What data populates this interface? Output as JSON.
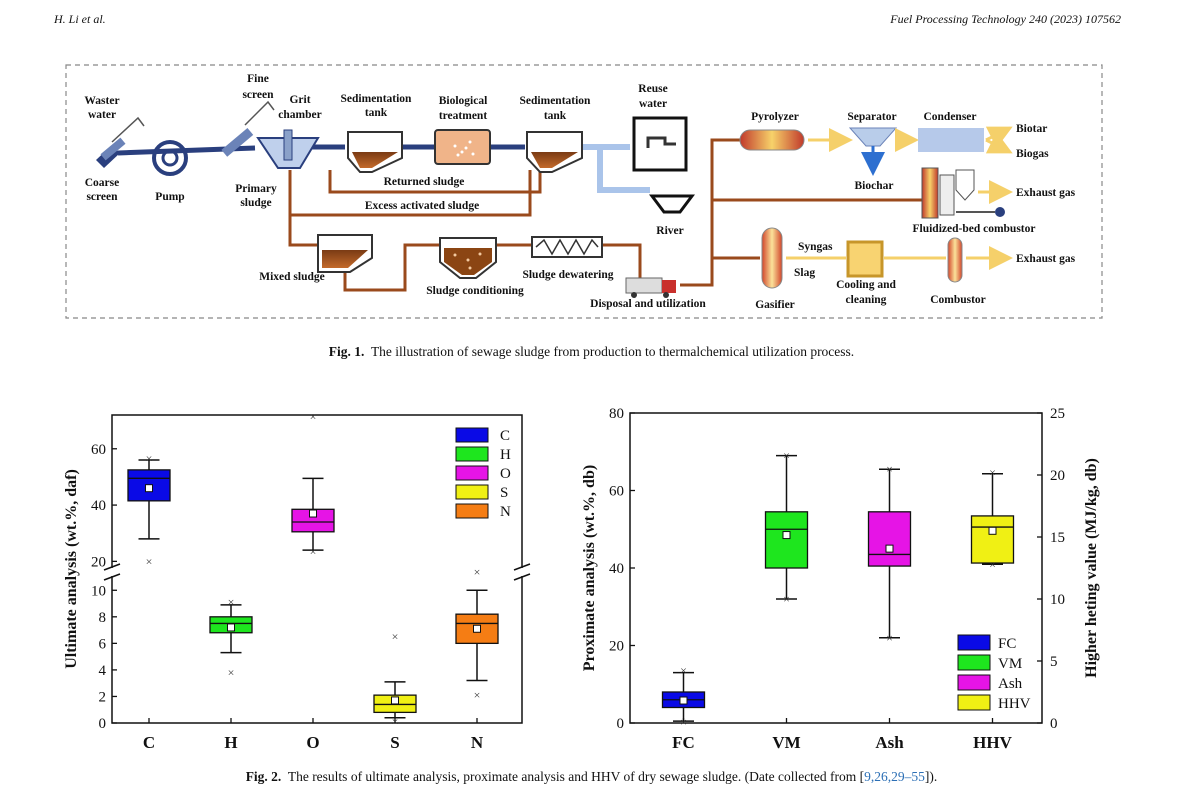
{
  "header": {
    "authors": "H. Li et al.",
    "journal": "Fuel Processing Technology 240 (2023) 107562"
  },
  "fig1": {
    "caption_label": "Fig. 1.",
    "caption_text": "The illustration of sewage sludge from production to thermalchemical utilization process.",
    "labels": {
      "waster_water_1": "Waster",
      "waster_water_2": "water",
      "coarse_1": "Coarse",
      "coarse_2": "screen",
      "pump": "Pump",
      "fine_1": "Fine",
      "fine_2": "screen",
      "grit_1": "Grit",
      "grit_2": "chamber",
      "primary_1": "Primary",
      "primary_2": "sludge",
      "sed1_1": "Sedimentation",
      "sed1_2": "tank",
      "bio_1": "Biological",
      "bio_2": "treatment",
      "sed2_1": "Sedimentation",
      "sed2_2": "tank",
      "reuse_1": "Reuse",
      "reuse_2": "water",
      "river": "River",
      "returned": "Returned sludge",
      "excess": "Excess activated sludge",
      "mixed": "Mixed sludge",
      "conditioning": "Sludge conditioning",
      "dewatering": "Sludge dewatering",
      "disposal": "Disposal and utilization",
      "pyrolyzer": "Pyrolyzer",
      "separator": "Separator",
      "condenser": "Condenser",
      "biotar": "Biotar",
      "biogas": "Biogas",
      "biochar": "Biochar",
      "exhaust1": "Exhaust gas",
      "fbc": "Fluidized-bed combustor",
      "gasifier": "Gasifier",
      "syngas": "Syngas",
      "slag": "Slag",
      "cooling_1": "Cooling and",
      "cooling_2": "cleaning",
      "combustor": "Combustor",
      "exhaust2": "Exhaust gas"
    }
  },
  "fig2": {
    "caption_label": "Fig. 2.",
    "caption_text": "The results of ultimate analysis, proximate analysis and HHV of dry sewage sludge. (Date collected from [",
    "caption_refs": "9,26,29–55",
    "caption_end": "]).",
    "colors": {
      "C": "#0a0ae6",
      "H": "#1ee61e",
      "O": "#e614e6",
      "S": "#f0f014",
      "N": "#f57d14",
      "FC": "#0a0ae6",
      "VM": "#1ee61e",
      "Ash": "#e614e6",
      "HHV": "#f0f014"
    }
  },
  "chart_data": [
    {
      "type": "box",
      "ylabel": "Ultimate analysis (wt.%, daf)",
      "y_axis_break": true,
      "ylim_lower": [
        0,
        11
      ],
      "ylim_upper": [
        18,
        72
      ],
      "yticks_lower": [
        "0",
        "2",
        "4",
        "6",
        "8",
        "10"
      ],
      "yticks_upper": [
        "20",
        "40",
        "60"
      ],
      "categories": [
        "C",
        "H",
        "O",
        "S",
        "N"
      ],
      "legend": [
        "C",
        "H",
        "O",
        "S",
        "N"
      ],
      "legend_position": "top-right",
      "boxes": [
        {
          "name": "C",
          "whisker_low": 28,
          "q1": 41.5,
          "median": 49.5,
          "q3": 52.5,
          "whisker_high": 56,
          "mean": 46,
          "outliers": [
            20,
            56.5
          ]
        },
        {
          "name": "H",
          "whisker_low": 5.3,
          "q1": 6.8,
          "median": 7.5,
          "q3": 8.0,
          "whisker_high": 8.9,
          "mean": 7.2,
          "outliers": [
            3.8,
            9.1
          ]
        },
        {
          "name": "O",
          "whisker_low": 24,
          "q1": 30.5,
          "median": 34,
          "q3": 38.5,
          "whisker_high": 49.5,
          "mean": 37,
          "outliers": [
            23.5,
            71.5
          ]
        },
        {
          "name": "S",
          "whisker_low": 0.4,
          "q1": 0.8,
          "median": 1.4,
          "q3": 2.1,
          "whisker_high": 3.1,
          "mean": 1.7,
          "outliers": [
            6.5,
            0.1
          ]
        },
        {
          "name": "N",
          "whisker_low": 3.2,
          "q1": 6.0,
          "median": 7.5,
          "q3": 8.2,
          "whisker_high": 10.0,
          "mean": 7.1,
          "outliers": [
            11.9,
            2.1
          ]
        }
      ]
    },
    {
      "type": "box",
      "ylabel": "Proximate analysis (wt.%, db)",
      "y2label": "Higher heting value (MJ/kg, db)",
      "ylim": [
        0,
        80
      ],
      "y2lim": [
        0,
        25
      ],
      "yticks": [
        "0",
        "20",
        "40",
        "60",
        "80"
      ],
      "y2ticks": [
        "0",
        "5",
        "10",
        "15",
        "20",
        "25"
      ],
      "categories": [
        "FC",
        "VM",
        "Ash",
        "HHV"
      ],
      "legend": [
        "FC",
        "VM",
        "Ash",
        "HHV"
      ],
      "legend_position": "bottom-right",
      "boxes": [
        {
          "name": "FC",
          "axis": "left",
          "whisker_low": 0.5,
          "q1": 4,
          "median": 6,
          "q3": 8,
          "whisker_high": 13,
          "mean": 5.8,
          "outliers": [
            13.5,
            0.3
          ]
        },
        {
          "name": "VM",
          "axis": "left",
          "whisker_low": 32,
          "q1": 40,
          "median": 50,
          "q3": 54.5,
          "whisker_high": 69,
          "mean": 48.5,
          "outliers": [
            69,
            32
          ]
        },
        {
          "name": "Ash",
          "axis": "left",
          "whisker_low": 22,
          "q1": 40.5,
          "median": 43.5,
          "q3": 54.5,
          "whisker_high": 65.5,
          "mean": 45,
          "outliers": [
            65.5,
            22
          ]
        },
        {
          "name": "HHV",
          "axis": "right",
          "whisker_low": 12.8,
          "q1": 12.9,
          "median": 15.8,
          "q3": 16.7,
          "whisker_high": 20.1,
          "mean": 15.5,
          "outliers": [
            20.2,
            12.8
          ]
        }
      ]
    }
  ]
}
